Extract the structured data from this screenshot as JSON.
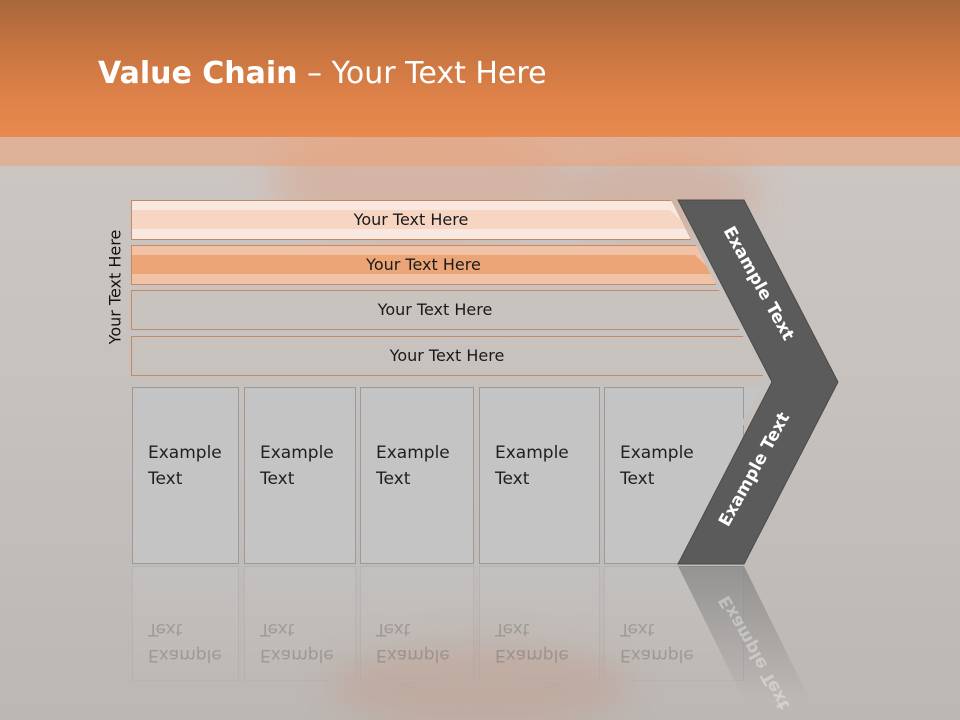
{
  "title": {
    "bold": "Value Chain",
    "rest": " – Your Text Here"
  },
  "side_label": "Your Text Here",
  "bars": [
    {
      "label": "Your Text Here",
      "color": "#f9e8df"
    },
    {
      "label": "Your Text Here",
      "color": "#f6d6c3"
    },
    {
      "label": "Your Text Here",
      "color": "#f2c2a6"
    },
    {
      "label": "Your Text Here",
      "color": "#eba577"
    }
  ],
  "cards": [
    {
      "label": "Example Text"
    },
    {
      "label": "Example Text"
    },
    {
      "label": "Example Text"
    },
    {
      "label": "Example Text"
    },
    {
      "label": "Example Text"
    }
  ],
  "chevron": {
    "upper_label": "Example Text",
    "lower_label": "Example Text",
    "color": "#5b5b5b"
  },
  "colors": {
    "header": "#e0834a",
    "accent": "#e88a4f"
  }
}
